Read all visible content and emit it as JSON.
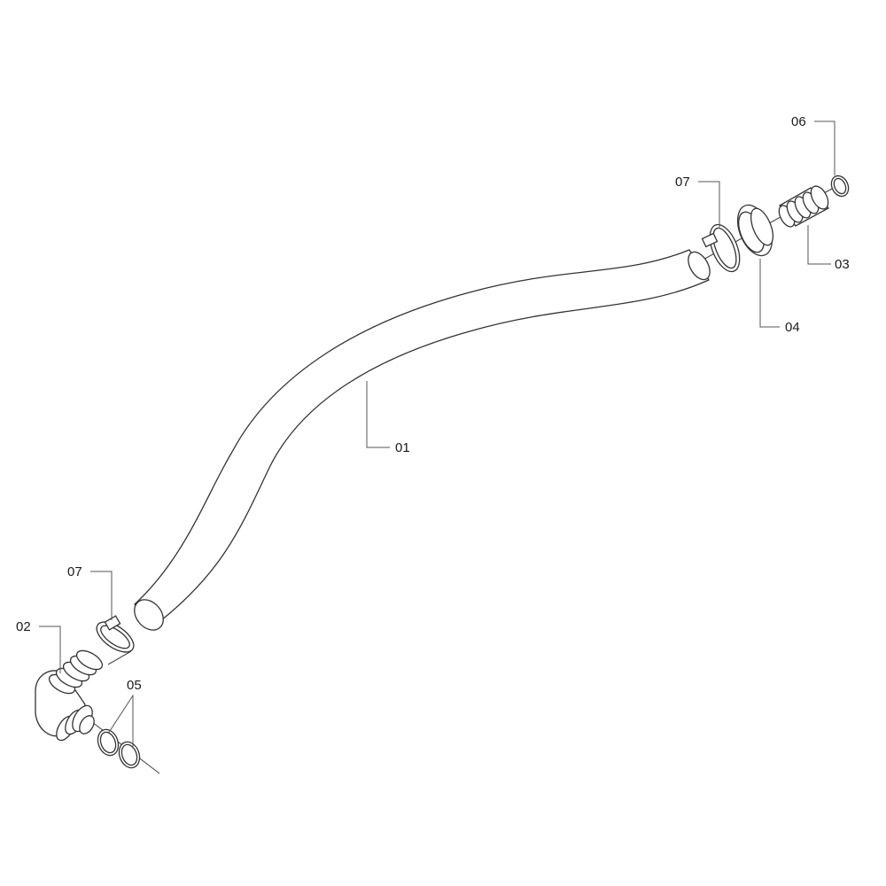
{
  "diagram": {
    "labels": {
      "hose": "01",
      "elbow_fitting": "02",
      "straight_fitting": "03",
      "nut": "04",
      "o_ring_pair": "05",
      "o_ring_right": "06",
      "clamp_right": "07",
      "clamp_left": "07"
    }
  }
}
